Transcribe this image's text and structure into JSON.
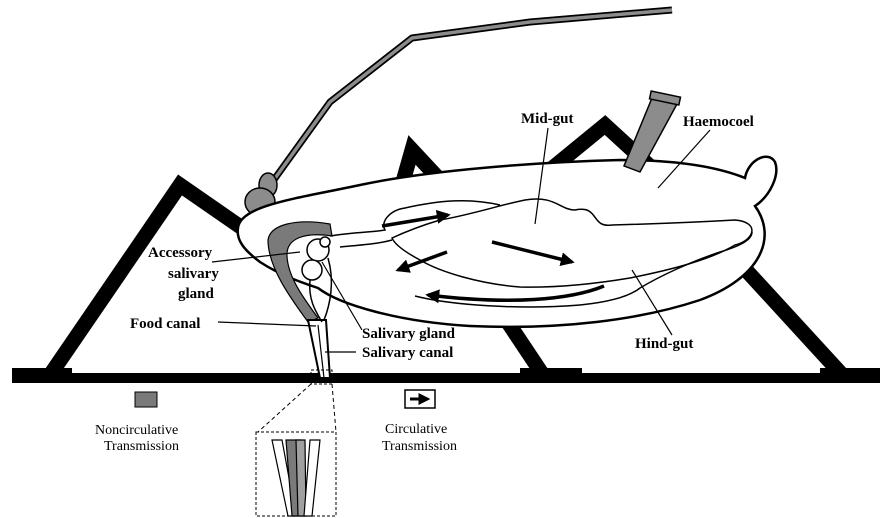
{
  "labels": {
    "mid_gut": "Mid-gut",
    "haemocoel": "Haemocoel",
    "accessory_1": "Accessory",
    "accessory_2": "salivary",
    "accessory_3": "gland",
    "food_canal": "Food canal",
    "salivary_gland": "Salivary gland",
    "salivary_canal": "Salivary canal",
    "hind_gut": "Hind-gut"
  },
  "legend": {
    "noncirculative_1": "Noncirculative",
    "noncirculative_2": "Transmission",
    "circulative_1": "Circulative",
    "circulative_2": "Transmission"
  },
  "colors": {
    "leg": "#000000",
    "antenna": "#8c8c8c",
    "noncirculative": "#7a7a7a",
    "stylet": "#a0a0a0"
  }
}
